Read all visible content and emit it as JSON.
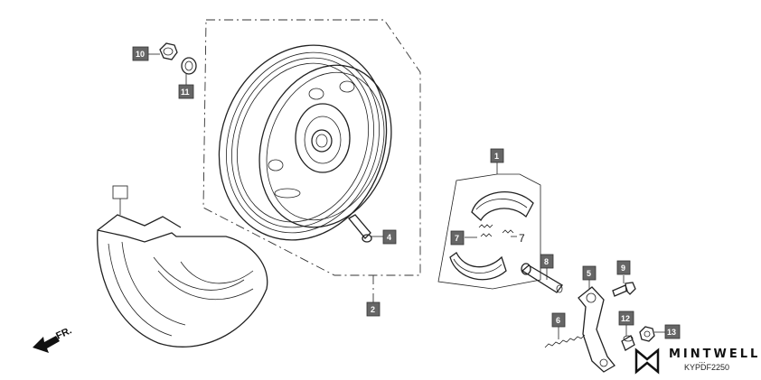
{
  "callouts": {
    "c1": "1",
    "c2": "2",
    "c4": "4",
    "c5": "5",
    "c6": "6",
    "c7": "7",
    "c8": "8",
    "c9": "9",
    "c10": "10",
    "c11": "11",
    "c12": "12",
    "c13": "13",
    "c7_plain": "7"
  },
  "direction": "FR.",
  "brand": {
    "name": "MINTWELL",
    "tagline": "...",
    "code": "KYPDF2250"
  }
}
